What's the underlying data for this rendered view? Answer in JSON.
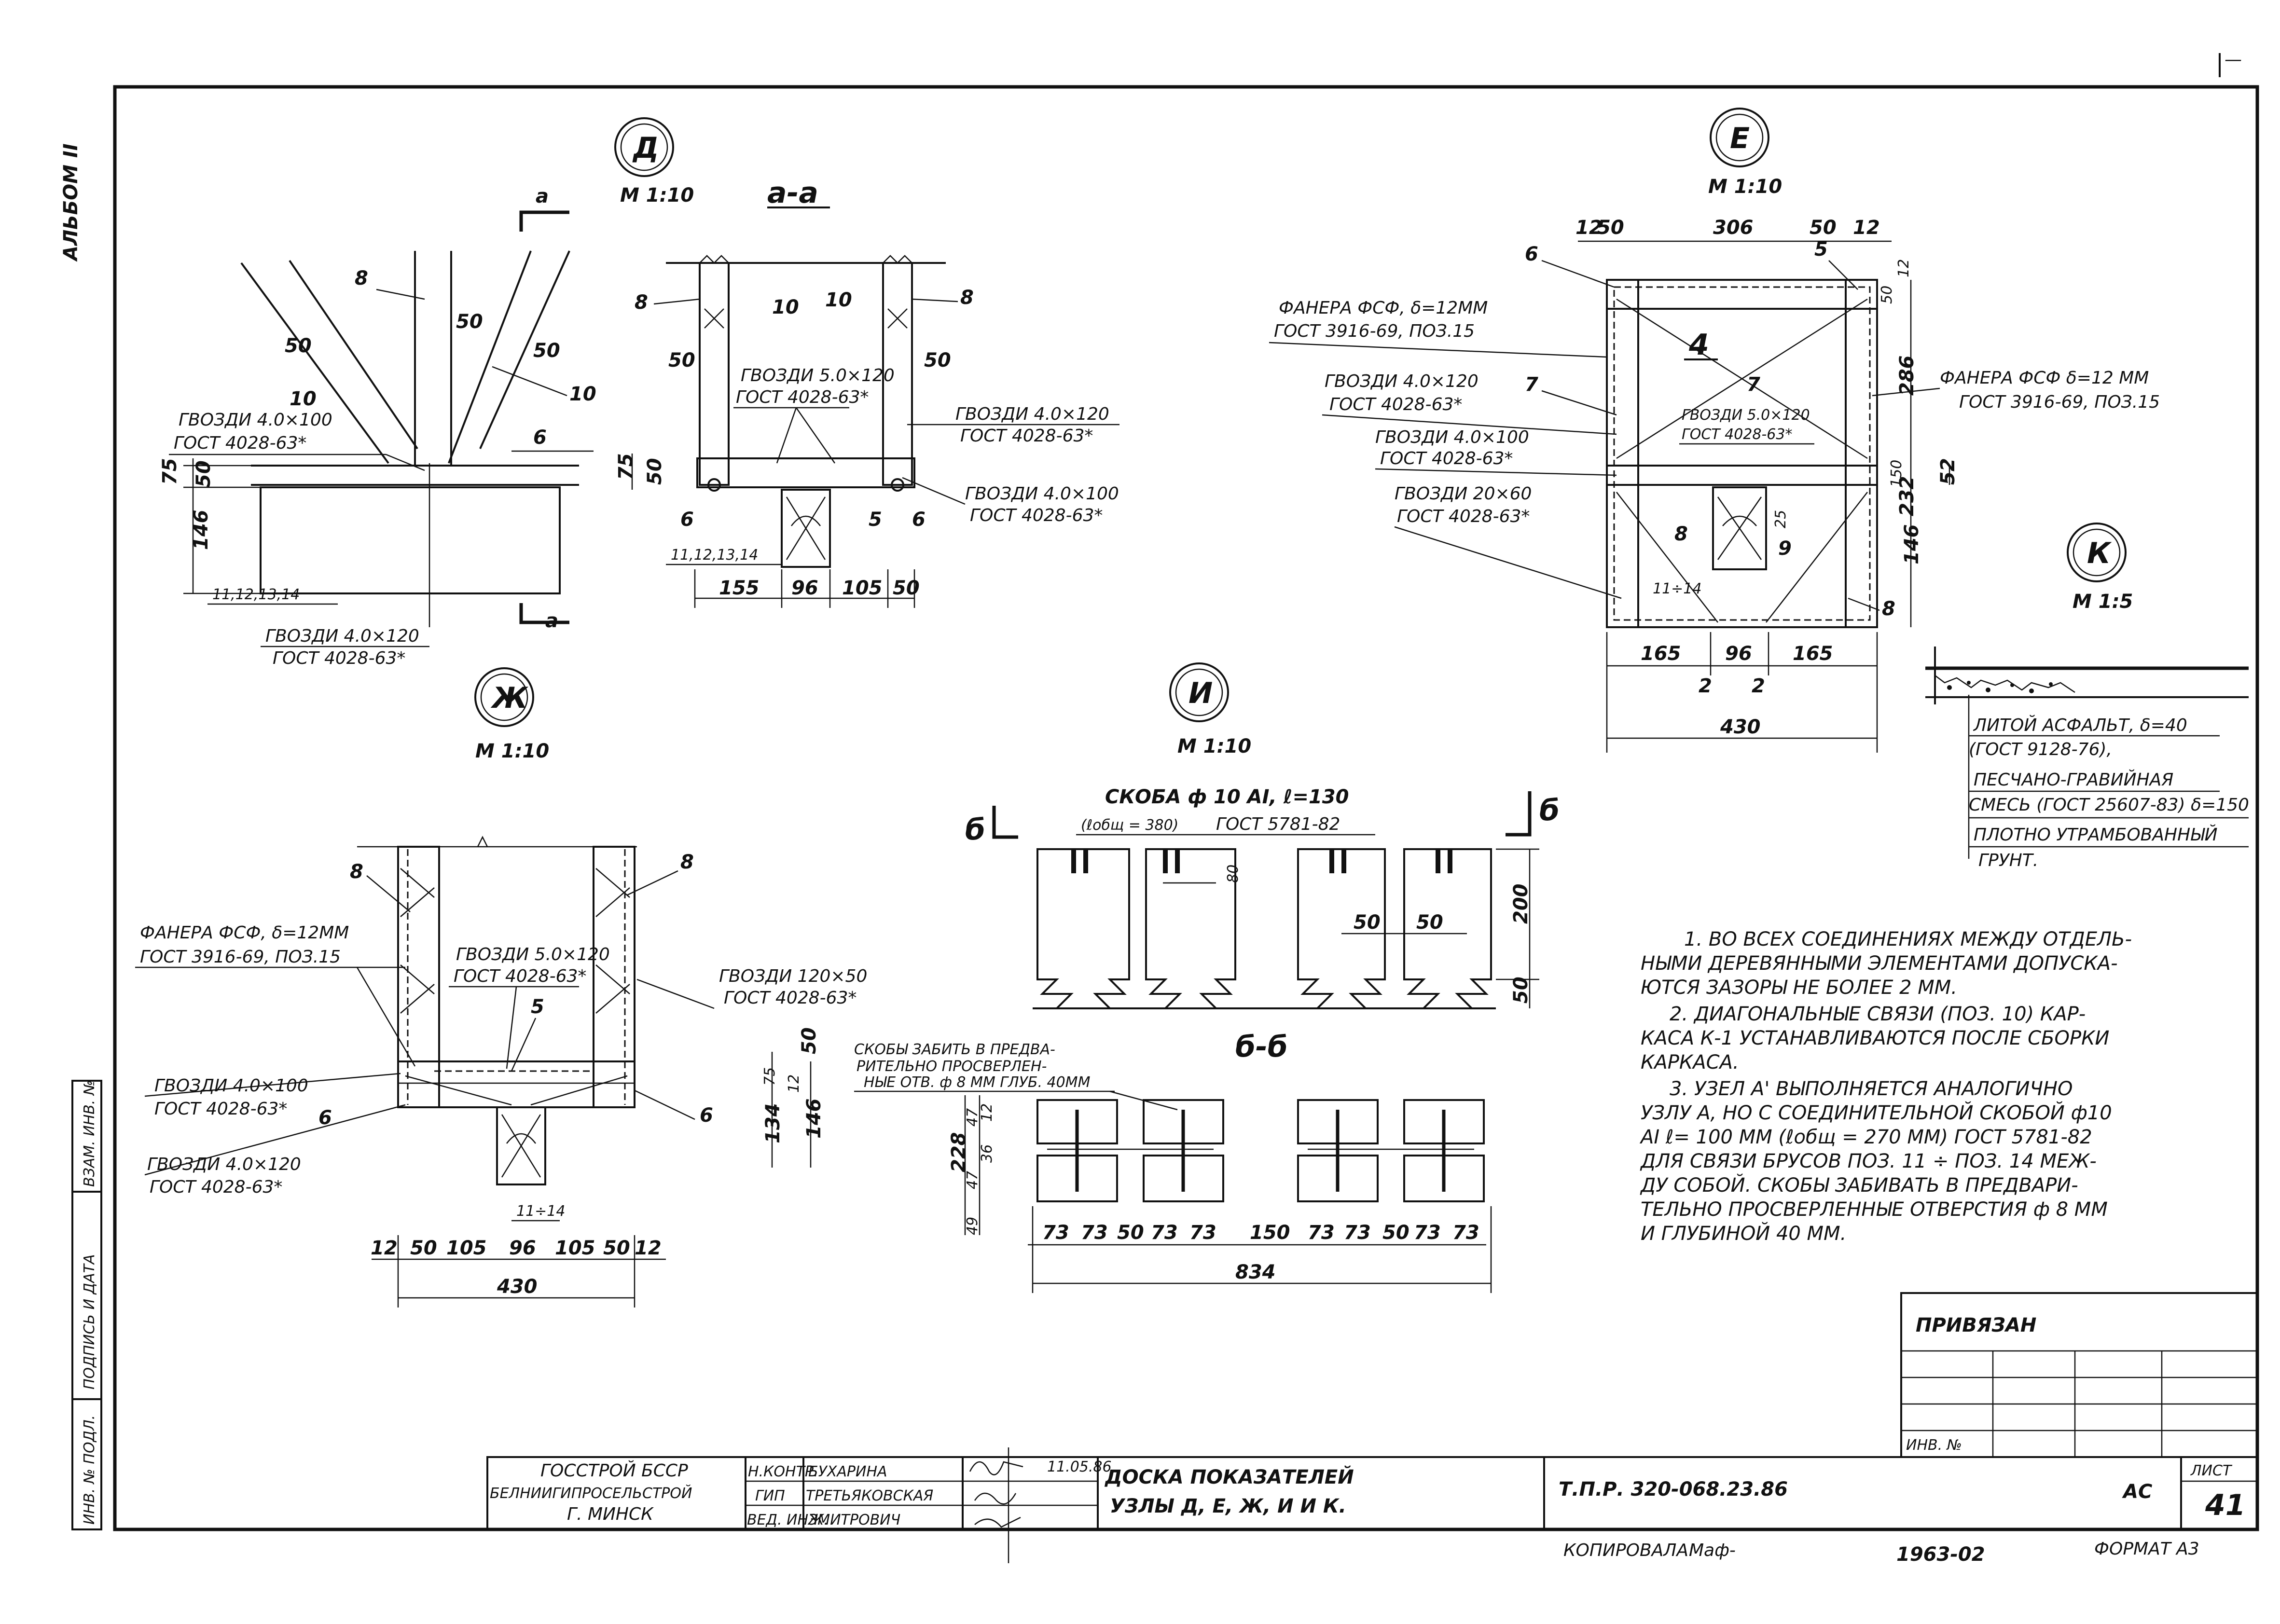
{
  "album": "АЛЬБОМ II",
  "top_tick": "—",
  "nodes": {
    "d": {
      "label": "Д",
      "scale": "М 1:10",
      "cut_mark": "а",
      "section_title": "а-а",
      "pos": {
        "p8": "8",
        "p10a": "10",
        "p10b": "10",
        "p6": "6",
        "d50a": "50",
        "d50b": "50",
        "d50c": "50"
      },
      "nail1": "ГВОЗДИ 4.0×100",
      "nail1_std": "ГОСТ 4028-63*",
      "nail2": "ГВОЗДИ 4.0×120",
      "nail2_std": "ГОСТ 4028-63*",
      "dims": {
        "d75": "75",
        "d50": "50",
        "d146": "146"
      },
      "bars": "11,12,13,14"
    },
    "aa": {
      "pos": {
        "p8a": "8",
        "p8b": "8",
        "p10a": "10",
        "p10b": "10",
        "p6a": "6",
        "p5": "5",
        "p6b": "6",
        "d50a": "50",
        "d50b": "50"
      },
      "nail_mid": "ГВОЗДИ 5.0×120",
      "nail_mid_std": "ГОСТ 4028-63*",
      "nail_r1": "ГВОЗДИ 4.0×120",
      "nail_r1_std": "ГОСТ 4028-63*",
      "nail_r2": "ГВОЗДИ 4.0×100",
      "nail_r2_std": "ГОСТ 4028-63*",
      "dims": {
        "d75": "75",
        "d50": "50",
        "d155": "155",
        "d96": "96",
        "d105": "105",
        "d50b": "50"
      },
      "bars": "11,12,13,14"
    },
    "e": {
      "label": "Е",
      "scale": "М 1:10",
      "top_dims": {
        "d12": "12",
        "d50": "50",
        "d306": "306",
        "d50b": "50",
        "d12b": "12"
      },
      "pos": {
        "p6a": "6",
        "p5": "5",
        "p4": "4",
        "p7a": "7",
        "p7b": "7",
        "p8": "8",
        "p9": "9",
        "p8b": "8",
        "bars": "11÷14"
      },
      "plywood_l": "ФАНЕРА ФСФ, δ=12ММ",
      "plywood_l_std": "ГОСТ 3916-69, ПОЗ.15",
      "plywood_r": "ФАНЕРА ФСФ δ=12 ММ",
      "plywood_r_std": "ГОСТ 3916-69, ПОЗ.15",
      "nail1": "ГВОЗДИ 4.0×120",
      "nail1_std": "ГОСТ 4028-63*",
      "nail2": "ГВОЗДИ 4.0×100",
      "nail2_std": "ГОСТ 4028-63*",
      "nail3": "ГВОЗДИ 20×60",
      "nail3_std": "ГОСТ 4028-63*",
      "nail_in": "ГВОЗДИ 5.0×120",
      "nail_in_std": "ГОСТ 4028-63*",
      "right_dims": {
        "d50": "50",
        "d12": "12",
        "d286": "286",
        "d150": "150",
        "d52": "52",
        "d232": "232",
        "d146": "146",
        "d25": "25"
      },
      "bottom_dims": {
        "d165a": "165",
        "d96": "96",
        "d165b": "165",
        "d2a": "2",
        "d2b": "2",
        "d430": "430"
      }
    },
    "k": {
      "label": "К",
      "scale": "М 1:5",
      "layer1": "ЛИТОЙ АСФАЛЬТ, δ=40",
      "layer1_std": "(ГОСТ 9128-76),",
      "layer2": "ПЕСЧАНО-ГРАВИЙНАЯ",
      "layer2b": "СМЕСЬ (ГОСТ 25607-83) δ=150",
      "layer3": "ПЛОТНО УТРАМБОВАННЫЙ",
      "layer3b": "ГРУНТ."
    },
    "zh": {
      "label": "Ж",
      "scale": "М 1:10",
      "pos": {
        "p8a": "8",
        "p8b": "8",
        "p5": "5",
        "p6a": "6",
        "p6b": "6",
        "bars": "11÷14"
      },
      "plywood": "ФАНЕРА ФСФ, δ=12ММ",
      "plywood_std": "ГОСТ 3916-69, ПОЗ.15",
      "nail_in": "ГВОЗДИ 5.0×120",
      "nail_in_std": "ГОСТ 4028-63*",
      "nail_r": "ГВОЗДИ 120×50",
      "nail_r_std": "ГОСТ 4028-63*",
      "nail1": "ГВОЗДИ 4.0×100",
      "nail1_std": "ГОСТ 4028-63*",
      "nail2": "ГВОЗДИ 4.0×120",
      "nail2_std": "ГОСТ 4028-63*",
      "right_dims": {
        "d50": "50",
        "d75": "75",
        "d12": "12",
        "d134": "134",
        "d146": "146"
      },
      "bottom_dims": [
        "12",
        "50",
        "105",
        "96",
        "105",
        "50",
        "12"
      ],
      "total": "430"
    },
    "i": {
      "label": "И",
      "scale": "М 1:10",
      "cut": "б",
      "section_title": "б-б",
      "staple": "СКОБА ф 10 АI, ℓ=130",
      "staple_total": "(ℓобщ = 380)",
      "staple_std": "ГОСТ 5781-82",
      "dims": {
        "d80": "80",
        "d50a": "50",
        "d50b": "50",
        "d200": "200",
        "d50c": "50"
      },
      "staple_note1": "СКОБЫ ЗАБИТЬ В ПРЕДВА-",
      "staple_note2": "РИТЕЛЬНО ПРОСВЕРЛЕН-",
      "staple_note3": "НЫЕ ОТВ. ф 8 ММ ГЛУБ. 40ММ",
      "left_dims": {
        "d228": "228",
        "d47a": "47",
        "d12": "12",
        "d47b": "47",
        "d36": "36",
        "d49": "49"
      },
      "bottom_dims": [
        "73",
        "73",
        "50",
        "73",
        "73",
        "150",
        "73",
        "73",
        "50",
        "73",
        "73"
      ],
      "total": "834"
    }
  },
  "notes": [
    "1. ВО ВСЕХ СОЕДИНЕНИЯХ МЕЖДУ ОТДЕЛЬ-",
    "НЫМИ ДЕРЕВЯННЫМИ ЭЛЕМЕНТАМИ ДОПУСКА-",
    "ЮТСЯ ЗАЗОРЫ НЕ БОЛЕЕ 2 ММ.",
    "2. ДИАГОНАЛЬНЫЕ СВЯЗИ (ПОЗ. 10) КАР-",
    "КАСА К-1 УСТАНАВЛИВАЮТСЯ ПОСЛЕ СБОРКИ",
    "КАРКАСА.",
    "3. УЗЕЛ А' ВЫПОЛНЯЕТСЯ АНАЛОГИЧНО",
    "УЗЛУ А, НО С СОЕДИНИТЕЛЬНОЙ СКОБОЙ ф10",
    "АI ℓ= 100 ММ (ℓобщ = 270 ММ) ГОСТ 5781-82",
    "ДЛЯ СВЯЗИ БРУСОВ ПОЗ. 11 ÷ ПОЗ. 14 МЕЖ-",
    "ДУ СОБОЙ. СКОБЫ ЗАБИВАТЬ В ПРЕДВАРИ-",
    "ТЕЛЬНО ПРОСВЕРЛЕННЫЕ ОТВЕРСТИЯ ф 8 ММ",
    "И ГЛУБИНОЙ 40 ММ."
  ],
  "privyazan": "ПРИВЯЗАН",
  "inv_no": "ИНВ. №",
  "left_strip": [
    "ИНВ. № ПОДЛ.",
    "ПОДПИСЬ И ДАТА",
    "ВЗАМ. ИНВ. №"
  ],
  "titleblock": {
    "org1": "ГОССТРОЙ БССР",
    "org2": "БЕЛНИИГИПРОСЕЛЬСТРОЙ",
    "org3": "Г. МИНСК",
    "roles": [
      "Н.КОНТР.",
      "ГИП",
      "ВЕД. ИНЖ."
    ],
    "names": [
      "БУХАРИНА",
      "ТРЕТЬЯКОВСКАЯ",
      "ЗМИТРОВИЧ"
    ],
    "date": "11.05.86",
    "title1": "ДОСКА ПОКАЗАТЕЛЕЙ",
    "title2": "УЗЛЫ Д, Е, Ж, И И К.",
    "code": "Т.П.Р. 320-068.23.86",
    "stage": "АС",
    "sheet_label": "ЛИСТ",
    "sheet_no": "41"
  },
  "footer": {
    "copied": "КОПИРОВАЛА:",
    "copied_sig": "Маф-",
    "number": "1963-02",
    "format": "ФОРМАТ А3"
  }
}
